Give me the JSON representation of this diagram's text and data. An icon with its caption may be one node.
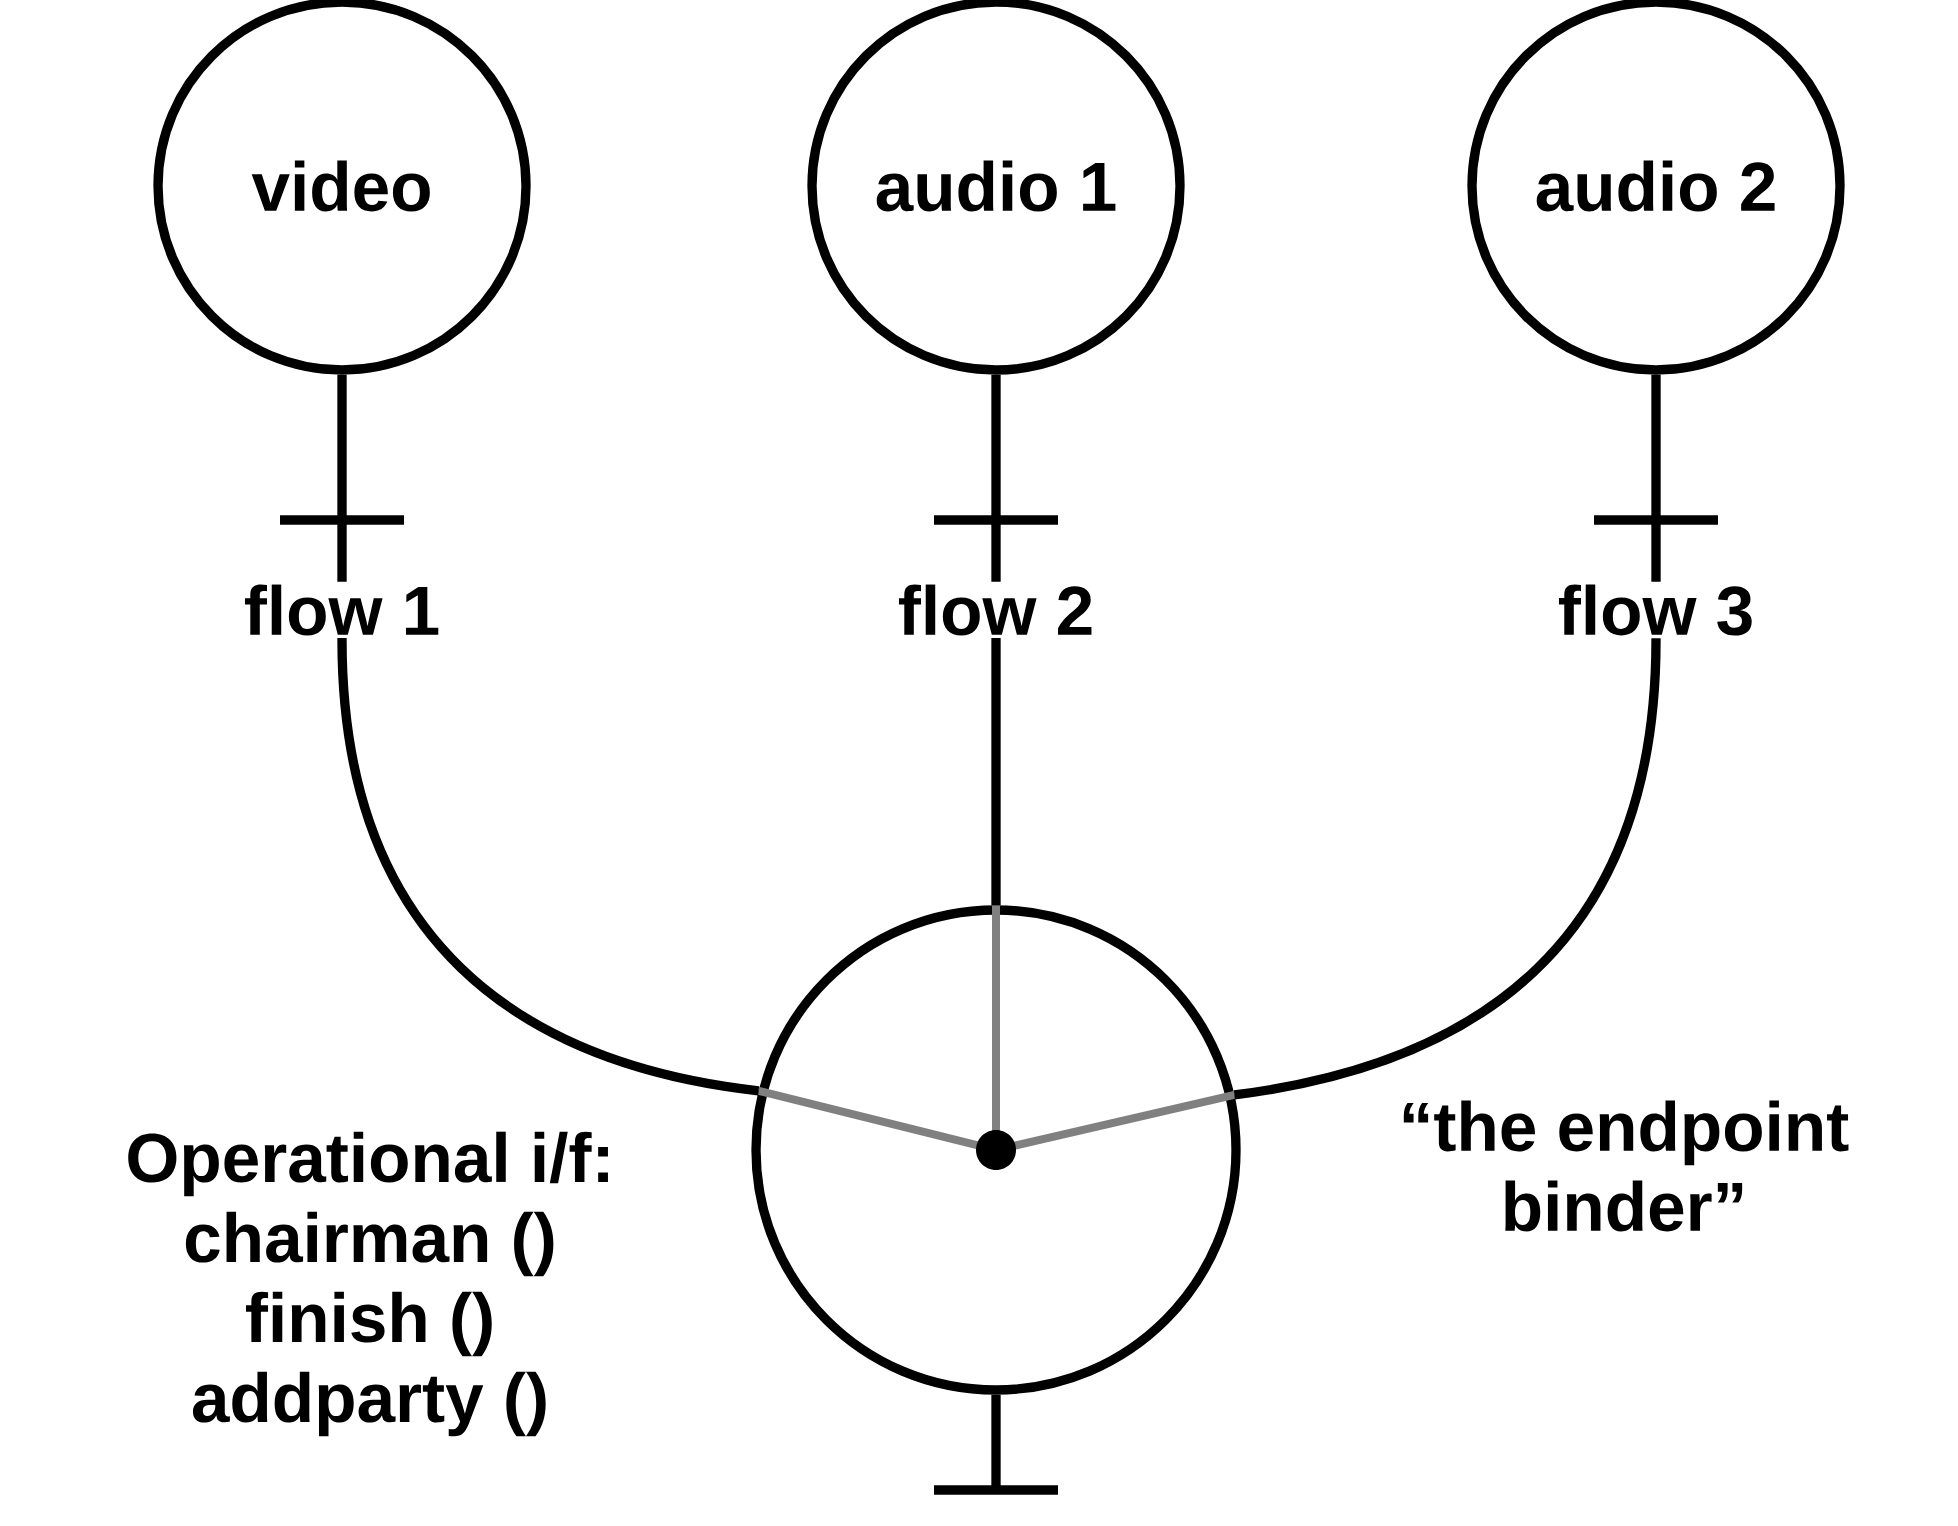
{
  "diagram": {
    "nodes": [
      {
        "text": [
          "video"
        ]
      },
      {
        "text": [
          "audio 1"
        ]
      },
      {
        "text": [
          "audio 2"
        ]
      },
      {
        "text": [],
        "shape": "circle",
        "beside": [
          "Operational i/f: chairman () finish () addparty ()",
          "“the endpoint binder”"
        ]
      }
    ],
    "edges": [
      {
        "from": 0,
        "to": 3,
        "arrow": "none",
        "label": "flow 1"
      },
      {
        "from": 1,
        "to": 3,
        "arrow": "none",
        "label": "flow 2"
      },
      {
        "from": 2,
        "to": 3,
        "arrow": "none",
        "label": "flow 3"
      },
      {
        "from": null,
        "to": 3,
        "arrow": "none"
      }
    ]
  }
}
